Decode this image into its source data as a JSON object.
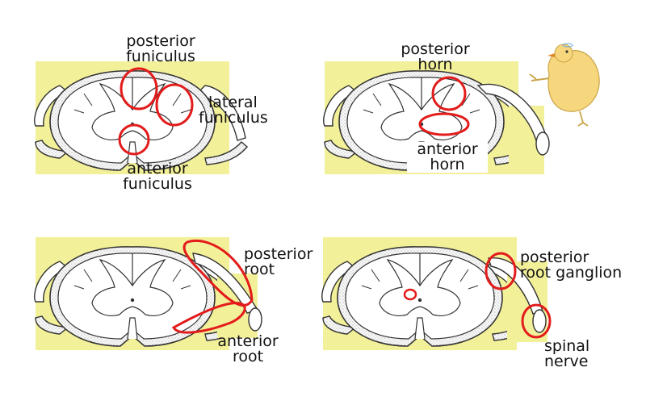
{
  "panels": [
    {
      "id": "panel-1",
      "labels": {
        "posterior_funiculus": [
          "posterior",
          "funiculus"
        ],
        "lateral_funiculus": [
          "lateral",
          "funiculus"
        ],
        "anterior_funiculus": [
          "anterior",
          "funiculus"
        ]
      }
    },
    {
      "id": "panel-2",
      "labels": {
        "posterior_horn": [
          "posterior",
          "horn"
        ],
        "anterior_horn": [
          "anterior",
          "horn"
        ]
      }
    },
    {
      "id": "panel-3",
      "labels": {
        "posterior_root": [
          "posterior",
          "root"
        ],
        "anterior_root": [
          "anterior",
          "root"
        ]
      }
    },
    {
      "id": "panel-4",
      "labels": {
        "posterior_root_ganglion": [
          "posterior",
          "root ganglion"
        ],
        "spinal_nerve": [
          "spinal",
          "nerve"
        ]
      }
    }
  ],
  "colors": {
    "background": "#ffffff",
    "highlight_yellow": "#f3f09a",
    "outline": "#333333",
    "circle_red": "#e31b1b",
    "chick_yellow": "#f6d77e"
  },
  "decorations": [
    "chick-doodle-icon"
  ]
}
